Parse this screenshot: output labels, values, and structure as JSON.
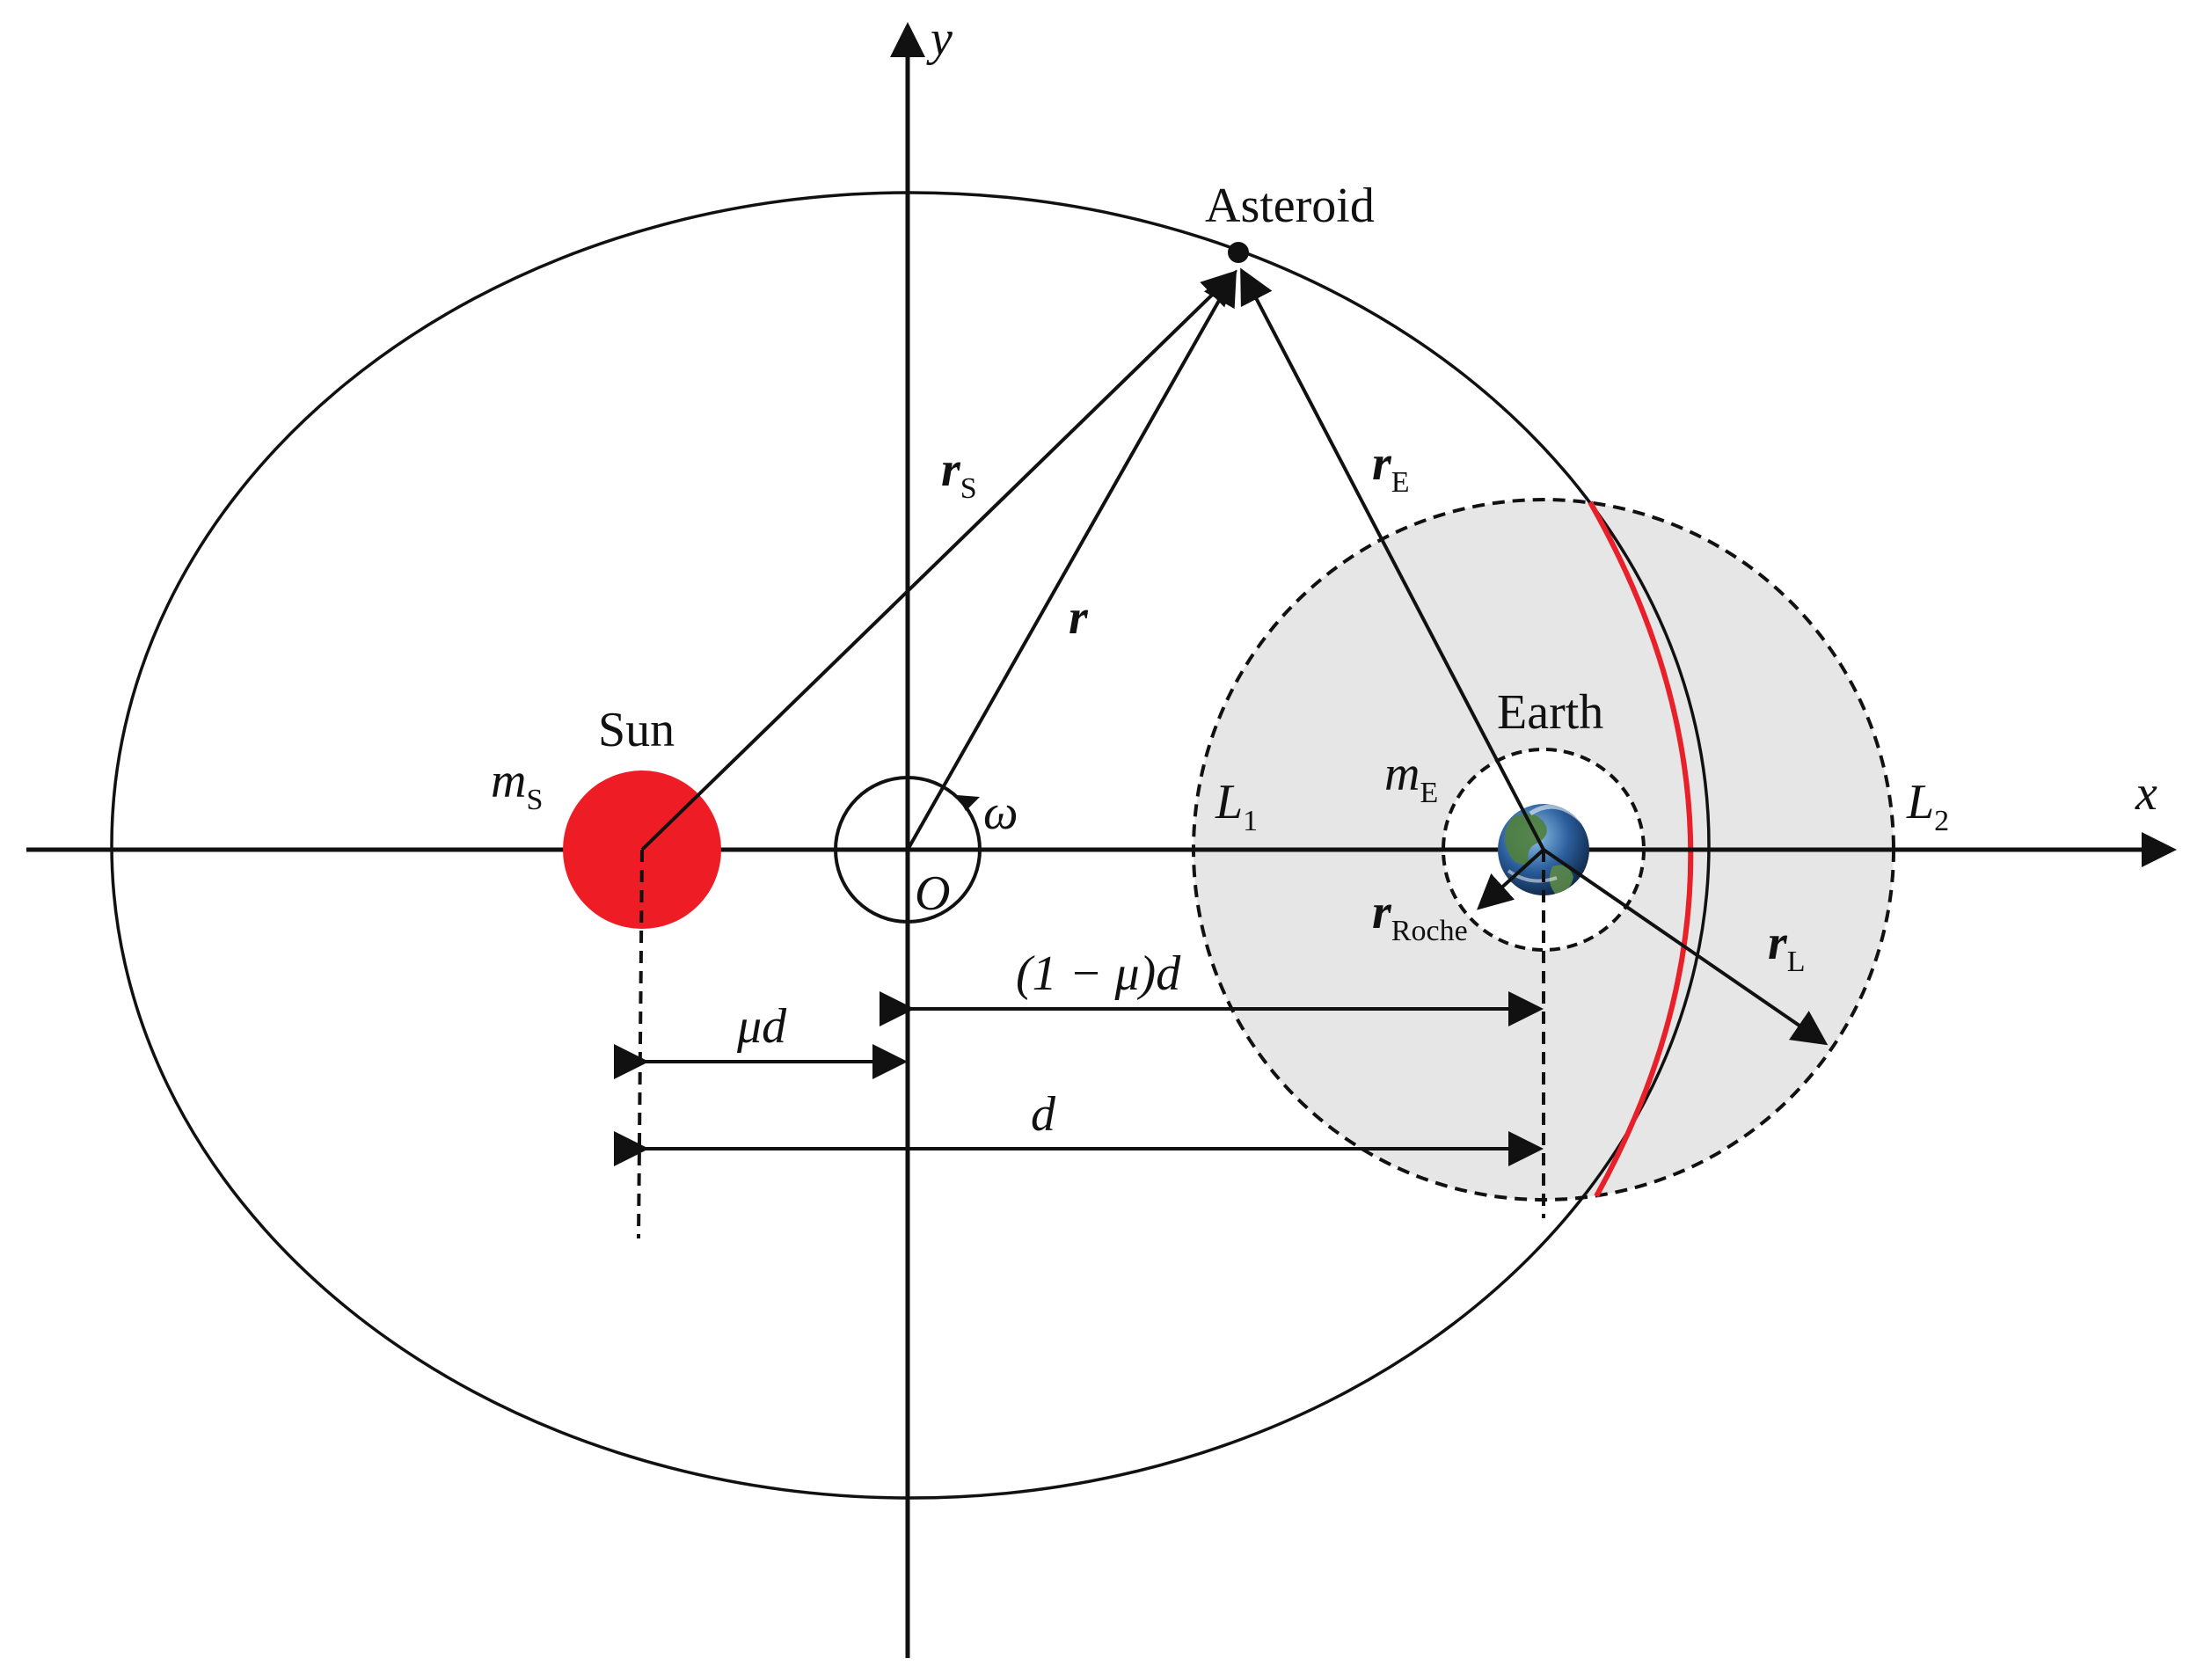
{
  "labels": {
    "axis_x": "x",
    "axis_y": "y",
    "asteroid": "Asteroid",
    "sun": "Sun",
    "earth": "Earth",
    "origin": "O",
    "omega": "ω",
    "l1_main": "L",
    "l1_sub": "1",
    "l2_main": "L",
    "l2_sub": "2",
    "ms_main": "m",
    "ms_sub": "S",
    "me_main": "m",
    "me_sub": "E",
    "rs_main": "r",
    "rs_sub": "S",
    "re_main": "r",
    "re_sub": "E",
    "r": "r",
    "rroche_main": "r",
    "rroche_sub": "Roche",
    "rl_main": "r",
    "rl_sub": "L",
    "mu_d": "μd",
    "one_minus_mu_d": "(1 − μ)d",
    "d": "d"
  },
  "colors": {
    "sun": "#ee1c25",
    "hill_region": "#e6e6e6",
    "red_arc": "#e8202a",
    "stroke": "#111111",
    "earth_ocean": "#2a5d9a",
    "earth_land": "#4f7f3c"
  }
}
